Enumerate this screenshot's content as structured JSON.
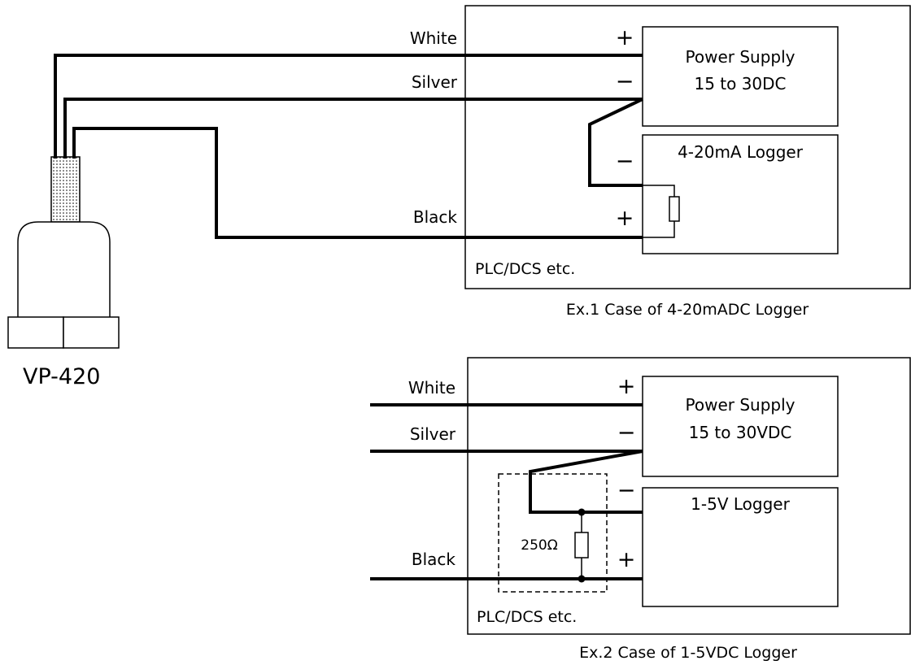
{
  "sensor": {
    "label": "VP-420"
  },
  "ex1": {
    "wires": {
      "white": "White",
      "silver": "Silver",
      "black": "Black"
    },
    "power_supply": {
      "line1": "Power Supply",
      "line2": "15 to 30DC"
    },
    "logger": {
      "label": "4-20mA Logger"
    },
    "terminals": {
      "plus": "+",
      "minus": "−"
    },
    "panel_label": "PLC/DCS etc.",
    "caption": "Ex.1 Case of 4-20mADC Logger"
  },
  "ex2": {
    "wires": {
      "white": "White",
      "silver": "Silver",
      "black": "Black"
    },
    "power_supply": {
      "line1": "Power Supply",
      "line2": "15 to 30VDC"
    },
    "logger": {
      "label": "1-5V Logger"
    },
    "resistor": {
      "label": "250Ω"
    },
    "terminals": {
      "plus": "+",
      "minus": "−"
    },
    "panel_label": "PLC/DCS etc.",
    "caption": "Ex.2 Case of 1-5VDC Logger"
  }
}
